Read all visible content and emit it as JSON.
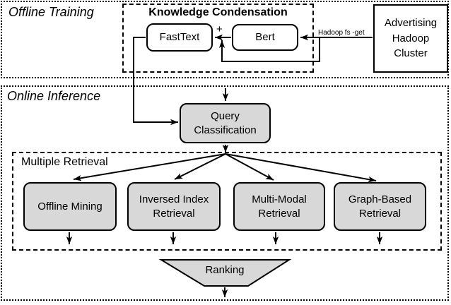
{
  "colors": {
    "node_fill_gray": "#d8d8d8",
    "node_fill_white": "#ffffff",
    "line": "#000000",
    "background": "#ffffff"
  },
  "sections": {
    "offline_label": "Offline Training",
    "online_label": "Online Inference"
  },
  "offline": {
    "knowledge_condensation_title": "Knowledge Condensation",
    "fasttext_label": "FastText",
    "bert_label": "Bert",
    "plus_sign": "+",
    "transfer_label": "Hadoop fs -get",
    "hadoop_cluster_label": "Advertising Hadoop Cluster"
  },
  "online": {
    "query_classification_label": "Query Classification",
    "multiple_retrieval_title": "Multiple Retrieval",
    "retrieval_nodes": [
      {
        "label": "Offline Mining"
      },
      {
        "label": "Inversed Index Retrieval"
      },
      {
        "label": "Multi-Modal Retrieval"
      },
      {
        "label": "Graph-Based Retrieval"
      }
    ],
    "ranking_label": "Ranking"
  }
}
